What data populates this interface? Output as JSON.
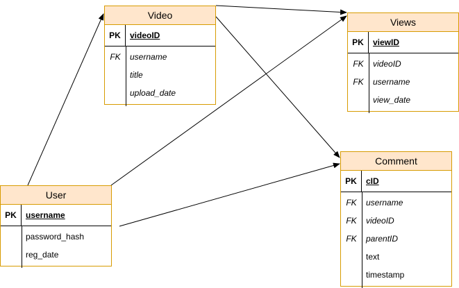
{
  "entities": {
    "video": {
      "title": "Video",
      "pk_label": "PK",
      "pk_field": "videoID",
      "rows": [
        {
          "key": "FK",
          "field": "username"
        },
        {
          "key": "",
          "field": "title"
        },
        {
          "key": "",
          "field": "upload_date"
        }
      ]
    },
    "views": {
      "title": "Views",
      "pk_label": "PK",
      "pk_field": "viewID",
      "rows": [
        {
          "key": "FK",
          "field": "videoID"
        },
        {
          "key": "FK",
          "field": "username"
        },
        {
          "key": "",
          "field": "view_date"
        }
      ]
    },
    "user": {
      "title": "User",
      "pk_label": "PK",
      "pk_field": "username",
      "rows": [
        {
          "key": "",
          "field": "password_hash"
        },
        {
          "key": "",
          "field": "reg_date"
        }
      ]
    },
    "comment": {
      "title": "Comment",
      "pk_label": "PK",
      "pk_field": "cID",
      "rows": [
        {
          "key": "FK",
          "field": "username"
        },
        {
          "key": "FK",
          "field": "videoID"
        },
        {
          "key": "FK",
          "field": "parentID"
        },
        {
          "key": "",
          "field": "text"
        },
        {
          "key": "",
          "field": "timestamp"
        }
      ]
    }
  },
  "colors": {
    "border": "#d79b00",
    "header_fill": "#ffe6cc",
    "connector": "#000000"
  },
  "relationships": [
    {
      "from": "user",
      "to": "video"
    },
    {
      "from": "user",
      "to": "views"
    },
    {
      "from": "user",
      "to": "comment"
    },
    {
      "from": "video",
      "to": "views"
    },
    {
      "from": "video",
      "to": "comment"
    }
  ]
}
